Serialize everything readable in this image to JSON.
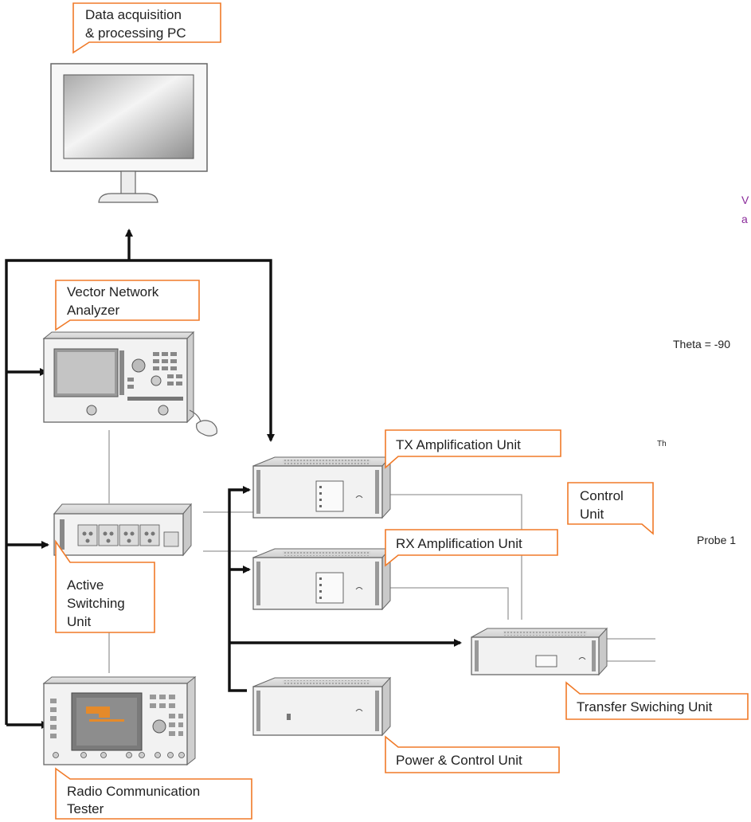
{
  "labels": {
    "pc": [
      "Data acquisition",
      "& processing PC"
    ],
    "vna": [
      "Vector Network",
      "Analyzer"
    ],
    "asu": [
      "Active",
      "Switching",
      "Unit"
    ],
    "rct": [
      "Radio Communication",
      "Tester"
    ],
    "tx": "TX Amplification Unit",
    "rx": "RX Amplification Unit",
    "control": [
      "Control",
      "Unit"
    ],
    "tsu": "Transfer Swiching Unit",
    "pcu": "Power & Control Unit"
  },
  "fragments": {
    "v": "V",
    "a": "a",
    "theta": "Theta = -90",
    "th": "Th",
    "probe": "Probe 1"
  },
  "colors": {
    "callout_border": "#f07a28",
    "arrow": "#111111",
    "thin_line": "#9a9a9a",
    "device_body": "#f2f2f2",
    "device_stroke": "#666666",
    "fragment_purple": "#8a2a9a"
  }
}
